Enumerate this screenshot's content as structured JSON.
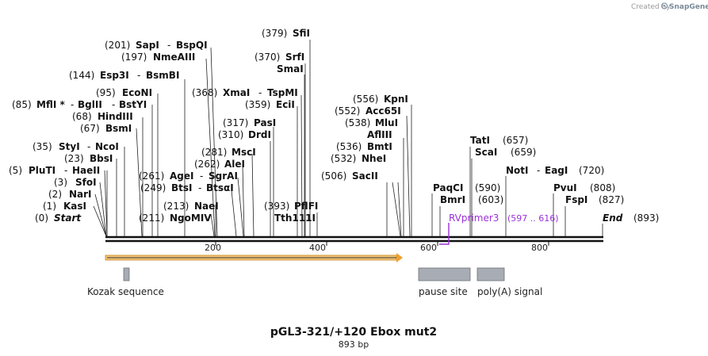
{
  "credit": "Created by",
  "brand": "SnapGene",
  "plasmid": {
    "name": "pGL3-321/+120 Ebox mut2",
    "length_label": "893 bp",
    "length": 893
  },
  "axis_ticks": [
    "200",
    "400",
    "600",
    "800"
  ],
  "ends": {
    "start": "(0)",
    "start_label": "Start",
    "end": "End",
    "end_pos": "(893)"
  },
  "sites": [
    {
      "pos": "(1)",
      "name": "KasI"
    },
    {
      "pos": "(2)",
      "name": "NarI"
    },
    {
      "pos": "(3)",
      "name": "SfoI"
    },
    {
      "pos": "(5)",
      "name": "PluTI",
      "name2": "HaeII"
    },
    {
      "pos": "(23)",
      "name": "BbsI"
    },
    {
      "pos": "(35)",
      "name": "StyI",
      "name2": "NcoI"
    },
    {
      "pos": "(67)",
      "name": "BsmI"
    },
    {
      "pos": "(68)",
      "name": "HindIII"
    },
    {
      "pos": "(85)",
      "name": "MflI *",
      "name2": "BglII",
      "name3": "BstYI"
    },
    {
      "pos": "(95)",
      "name": "EcoNI"
    },
    {
      "pos": "(144)",
      "name": "Esp3I",
      "name2": "BsmBI"
    },
    {
      "pos": "(197)",
      "name": "NmeAIII"
    },
    {
      "pos": "(201)",
      "name": "SapI",
      "name2": "BspQI"
    },
    {
      "pos": "(211)",
      "name": "NgoMIV"
    },
    {
      "pos": "(213)",
      "name": "NaeI"
    },
    {
      "pos": "(249)",
      "name": "BtsI",
      "name2": "BtsαI"
    },
    {
      "pos": "(261)",
      "name": "AgeI",
      "name2": "SgrAI"
    },
    {
      "pos": "(262)",
      "name": "AleI"
    },
    {
      "pos": "(281)",
      "name": "MscI"
    },
    {
      "pos": "(310)",
      "name": "DrdI"
    },
    {
      "pos": "(317)",
      "name": "PasI"
    },
    {
      "pos": "(359)",
      "name": "EciI"
    },
    {
      "pos": "(368)",
      "name": "XmaI",
      "name2": "TspMI"
    },
    {
      "pos": "(370)",
      "name": "SrfI",
      "name2": "SmaI"
    },
    {
      "pos": "(379)",
      "name": "SfiI"
    },
    {
      "pos": "(393)",
      "name": "PflFI",
      "name2": "Tth111I"
    },
    {
      "pos": "(506)",
      "name": "SacII"
    },
    {
      "pos": "(532)",
      "name": "NheI"
    },
    {
      "pos": "(536)",
      "name": "BmtI"
    },
    {
      "pos": "(538)",
      "name": "AflIII",
      "name2": "MluI"
    },
    {
      "pos": "(552)",
      "name": "Acc65I"
    },
    {
      "pos": "(556)",
      "name": "KpnI"
    },
    {
      "pos": "(590)",
      "name": "PaqCI"
    },
    {
      "pos": "(603)",
      "name": "BmrI"
    },
    {
      "pos": "(657)",
      "name": "TatI"
    },
    {
      "pos": "(659)",
      "name": "ScaI"
    },
    {
      "pos": "(720)",
      "name": "NotI",
      "name2": "EagI"
    },
    {
      "pos": "(808)",
      "name": "PvuI"
    },
    {
      "pos": "(827)",
      "name": "FspI"
    }
  ],
  "primer": {
    "name": "RVprimer3",
    "range": "(597 .. 616)"
  },
  "features": [
    {
      "name": "Kozak sequence"
    },
    {
      "name": "pause site"
    },
    {
      "name": "poly(A) signal"
    }
  ],
  "colors": {
    "primer": "#9b30d9",
    "orf": "#f0a030",
    "feature_box": "#a8acb4"
  }
}
